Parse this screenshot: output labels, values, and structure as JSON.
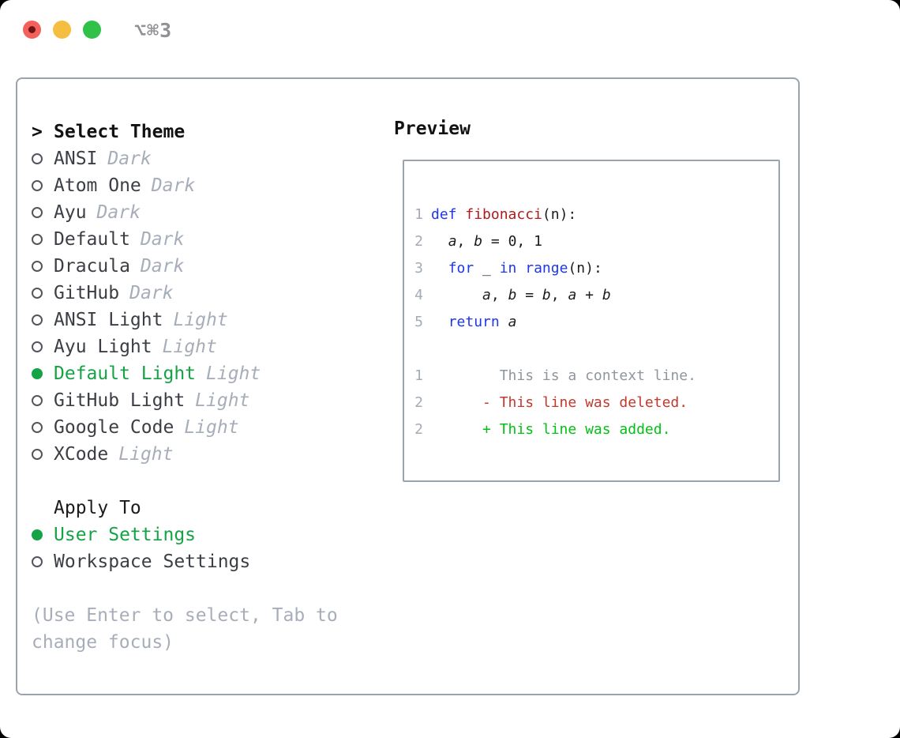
{
  "titlebar": {
    "shortcut": "⌥⌘3"
  },
  "colors": {
    "accent_green": "#15a345",
    "keyword_blue": "#1d36ee",
    "function_red": "#b01b1b",
    "diff_deleted_red": "#c5372c",
    "diff_added_green": "#00c214",
    "context_gray": "#8f969f",
    "muted_gray": "#a7aeb9",
    "border_gray": "#9aa3ae",
    "text_dark": "#3b3e44",
    "traffic_red": "#f4615c",
    "traffic_yellow": "#f6be40",
    "traffic_green": "#2fc148"
  },
  "theme_picker": {
    "header_prefix": ">",
    "header": "Select Theme",
    "items": [
      {
        "name": "ANSI",
        "variant": "Dark",
        "selected": false
      },
      {
        "name": "Atom One",
        "variant": "Dark",
        "selected": false
      },
      {
        "name": "Ayu",
        "variant": "Dark",
        "selected": false
      },
      {
        "name": "Default",
        "variant": "Dark",
        "selected": false
      },
      {
        "name": "Dracula",
        "variant": "Dark",
        "selected": false
      },
      {
        "name": "GitHub",
        "variant": "Dark",
        "selected": false
      },
      {
        "name": "ANSI Light",
        "variant": "Light",
        "selected": false
      },
      {
        "name": "Ayu Light",
        "variant": "Light",
        "selected": false
      },
      {
        "name": "Default Light",
        "variant": "Light",
        "selected": true
      },
      {
        "name": "GitHub Light",
        "variant": "Light",
        "selected": false
      },
      {
        "name": "Google Code",
        "variant": "Light",
        "selected": false
      },
      {
        "name": "XCode",
        "variant": "Light",
        "selected": false
      }
    ],
    "apply_to": {
      "header": "Apply To",
      "options": [
        {
          "name": "User Settings",
          "selected": true
        },
        {
          "name": "Workspace Settings",
          "selected": false
        }
      ]
    },
    "hint": "(Use Enter to select, Tab to change focus)"
  },
  "preview": {
    "header": "Preview",
    "lines": [
      {
        "num": "1",
        "tokens": [
          {
            "t": "def ",
            "s": "kw"
          },
          {
            "t": "fibonacci",
            "s": "fn"
          },
          {
            "t": "(n):",
            "s": "pl"
          }
        ]
      },
      {
        "num": "2",
        "tokens": [
          {
            "t": "  ",
            "s": "pl"
          },
          {
            "t": "a",
            "s": "var"
          },
          {
            "t": ", ",
            "s": "pl"
          },
          {
            "t": "b",
            "s": "var"
          },
          {
            "t": " = 0, 1",
            "s": "pl"
          }
        ]
      },
      {
        "num": "3",
        "tokens": [
          {
            "t": "  ",
            "s": "pl"
          },
          {
            "t": "for",
            "s": "kw"
          },
          {
            "t": " _ ",
            "s": "pl"
          },
          {
            "t": "in",
            "s": "kw"
          },
          {
            "t": " ",
            "s": "pl"
          },
          {
            "t": "range",
            "s": "kw"
          },
          {
            "t": "(n):",
            "s": "pl"
          }
        ]
      },
      {
        "num": "4",
        "tokens": [
          {
            "t": "      ",
            "s": "pl"
          },
          {
            "t": "a",
            "s": "var"
          },
          {
            "t": ", ",
            "s": "pl"
          },
          {
            "t": "b",
            "s": "var"
          },
          {
            "t": " = ",
            "s": "pl"
          },
          {
            "t": "b",
            "s": "var"
          },
          {
            "t": ", ",
            "s": "pl"
          },
          {
            "t": "a",
            "s": "var"
          },
          {
            "t": " + ",
            "s": "pl"
          },
          {
            "t": "b",
            "s": "var"
          }
        ]
      },
      {
        "num": "5",
        "tokens": [
          {
            "t": "  ",
            "s": "pl"
          },
          {
            "t": "return",
            "s": "kw"
          },
          {
            "t": " ",
            "s": "pl"
          },
          {
            "t": "a",
            "s": "var"
          }
        ]
      },
      {
        "num": "",
        "tokens": []
      },
      {
        "num": "1",
        "tokens": [
          {
            "t": "        This is a context line.",
            "s": "ctx"
          }
        ]
      },
      {
        "num": "2",
        "tokens": [
          {
            "t": "      - This line was deleted.",
            "s": "del"
          }
        ]
      },
      {
        "num": "2",
        "tokens": [
          {
            "t": "      + This line was added.",
            "s": "add"
          }
        ]
      }
    ]
  }
}
